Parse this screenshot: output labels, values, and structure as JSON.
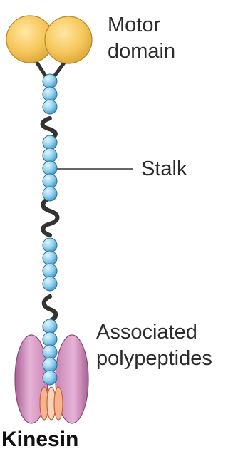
{
  "title": "Kinesin",
  "labels": {
    "motor_domain_line1": "Motor",
    "motor_domain_line2": "domain",
    "stalk": "Stalk",
    "associated_line1": "Associated",
    "associated_line2": "polypeptides"
  },
  "colors": {
    "motor_domain": "#f6c75a",
    "stalk_beads": "#8ed0ee",
    "coil_linker": "#333333",
    "associated_polypeptides": "#d99cc6",
    "light_chain_rings": "#f2a47c",
    "leader_line": "#333333"
  }
}
